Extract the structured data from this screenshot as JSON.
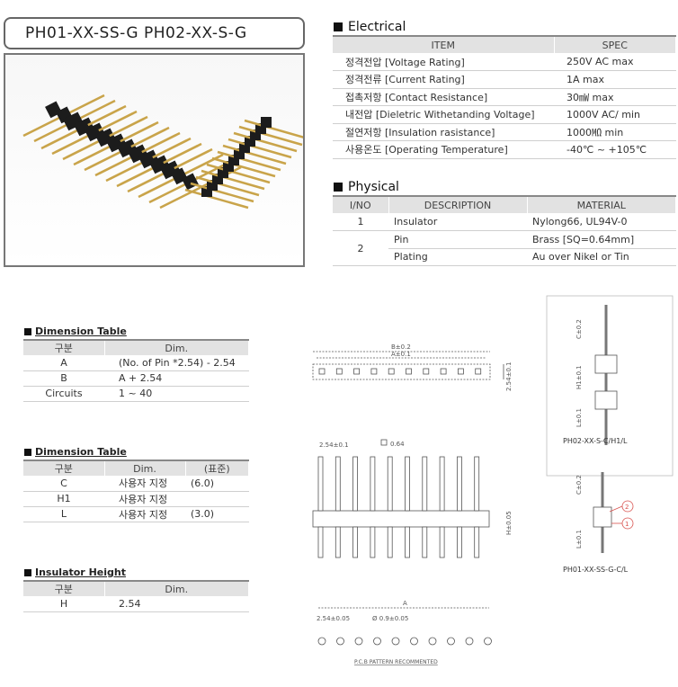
{
  "title": "PH01-XX-SS-G  PH02-XX-S-G",
  "electrical": {
    "heading": "Electrical",
    "headers": [
      "ITEM",
      "SPEC"
    ],
    "rows": [
      {
        "item": "정격전압 [Voltage Rating]",
        "spec": "250V AC max"
      },
      {
        "item": "정격전류 [Current Rating]",
        "spec": "1A max"
      },
      {
        "item": "접촉저항 [Contact Resistance]",
        "spec": "30㎽ max"
      },
      {
        "item": "내전압 [Dieletric Withetanding Voltage]",
        "spec": "1000V AC/ min"
      },
      {
        "item": "절연저항 [Insulation rasistance]",
        "spec": "1000㏁ min"
      },
      {
        "item": "사용온도 [Operating Temperature]",
        "spec": "-40℃ ~ +105℃"
      }
    ]
  },
  "physical": {
    "heading": "Physical",
    "headers": [
      "I/NO",
      "DESCRIPTION",
      "MATERIAL"
    ],
    "rows": [
      {
        "no": "1",
        "desc": "Insulator",
        "mat": "Nylong66, UL94V-0"
      },
      {
        "no": "2",
        "desc": "Pin",
        "mat": "Brass [SQ=0.64mm]"
      },
      {
        "no": "",
        "desc": "Plating",
        "mat": "Au over Nikel or Tin"
      }
    ]
  },
  "dim1": {
    "heading": "Dimension Table",
    "headers": [
      "구분",
      "Dim."
    ],
    "rows": [
      {
        "k": "A",
        "v": "(No. of Pin *2.54) - 2.54"
      },
      {
        "k": "B",
        "v": "A + 2.54"
      },
      {
        "k": "Circuits",
        "v": "1 ~ 40"
      }
    ]
  },
  "dim2": {
    "heading": "Dimension Table",
    "headers": [
      "구분",
      "Dim.",
      "(표준)"
    ],
    "rows": [
      {
        "k": "C",
        "v": "사용자 지정",
        "s": "(6.0)"
      },
      {
        "k": "H1",
        "v": "사용자 지정",
        "s": ""
      },
      {
        "k": "L",
        "v": "사용자 지정",
        "s": "(3.0)"
      }
    ]
  },
  "insulator": {
    "heading": "Insulator Height",
    "headers": [
      "구분",
      "Dim."
    ],
    "rows": [
      {
        "k": "H",
        "v": "2.54"
      }
    ]
  },
  "drawing": {
    "b_label": "B±0.2",
    "a_label": "A±0.1",
    "pitch_v": "2.54±0.1",
    "pitch_label": "2.54±0.1",
    "pin_sq": "0.64",
    "h_label": "H±0.05",
    "c_label": "C±0.2",
    "h1_label": "H1±0.1",
    "l_label": "L±0.1",
    "ph02_caption": "PH02-XX-S-C/H1/L",
    "ph01_caption": "PH01-XX-SS-G-C/L",
    "callout_1": "1",
    "callout_2": "2",
    "pcb_a": "A",
    "pcb_pitch": "2.54±0.05",
    "pcb_hole": "Ø 0.9±0.05",
    "pcb_caption": "P.C.B PATTERN RECOMMENTED"
  },
  "colors": {
    "header_bg": "#e2e2e2",
    "gold": "#c9a44a",
    "insulator": "#1c1c1c",
    "callout": "#d9534f"
  }
}
